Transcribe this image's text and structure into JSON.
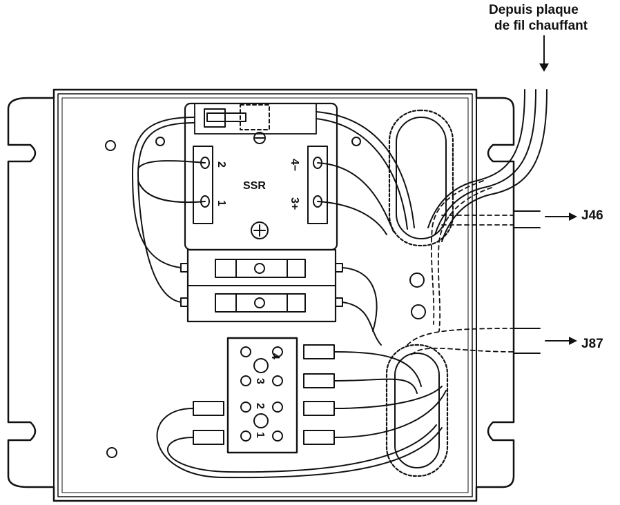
{
  "header": {
    "line1": "Depuis plaque",
    "line2": "de fil chauffant"
  },
  "connectors": {
    "j46": "J46",
    "j87": "J87"
  },
  "ssr": {
    "label": "SSR",
    "terminals": [
      "2",
      "1",
      "4−",
      "3+"
    ]
  },
  "terminal_block": {
    "numbers": [
      "4",
      "3",
      "2",
      "1"
    ]
  },
  "colors": {
    "line": "#111111",
    "background": "#ffffff"
  }
}
